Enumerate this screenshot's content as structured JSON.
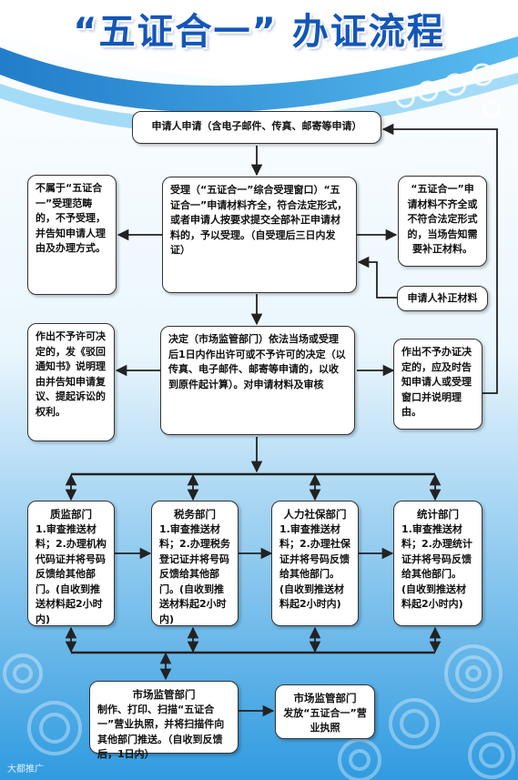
{
  "title": "“五证合一” 办证流程",
  "nodes": {
    "apply": "申请人申请（含电子邮件、传真、邮寄等申请）",
    "not_accept": "不属于“五证合一”受理范畴的，不予受理，并告知申请人理由及办理方式。",
    "accept": "受理（“五证合一”综合受理窗口）“五证合一”申请材料齐全，符合法定形式，或者申请人按要求提交全部补正申请材料的，予以受理。（自受理后三日内发证）",
    "incomplete": "“五证合一”申请材料不齐全或不符合法定形式的，当场告知需要补正材料。",
    "supplement": "申请人补正材料",
    "reject_permit": "作出不予许可决定的，发《驳回通知书》说明理由并告知申请复议、提起诉讼的权利。",
    "decide": "决定（市场监管部门）依法当场或受理后1日内作出许可或不予许可的决定（以传真、电子邮件、邮寄等申请的，以收到原件起计算）。对申请材料及审核",
    "reject_notice": "作出不予办证决定的，应及时告知申请人或受理窗口并说明理由。",
    "quality_head": "质监部门",
    "quality_body": "1.审查推送材料；2.办理机构代码证并将号码反馈给其他部门。(自收到推送材料起2小时内)",
    "tax_head": "税务部门",
    "tax_body": "1.审查推送材料；2.办理税务登记证并将号码反馈给其他部门。(自收到推送材料起2小时内)",
    "hr_head": "人力社保部门",
    "hr_body": "1.审查推送材料；2.办理社保证并将号码反馈给其他部门。(自收到推送材料起2小时内)",
    "stats_head": "统计部门",
    "stats_body": "1.审查推送材料；2.办理统计证并将号码反馈给其他部门。(自收到推送材料起2小时内)",
    "market_head": "市场监管部门",
    "market_body": "制作、打印、扫描“五证合一”营业执照，并将扫描件向其他部门推送。（自收到反馈后，1日内）",
    "issue_head": "市场监管部门",
    "issue_body": "发放“五证合一”营业执照"
  },
  "watermark": "大都推广",
  "colors": {
    "title": "#1356b8",
    "background_blue": "#1a8ad8",
    "background_light": "#d6eefb",
    "arrow": "#222222"
  }
}
